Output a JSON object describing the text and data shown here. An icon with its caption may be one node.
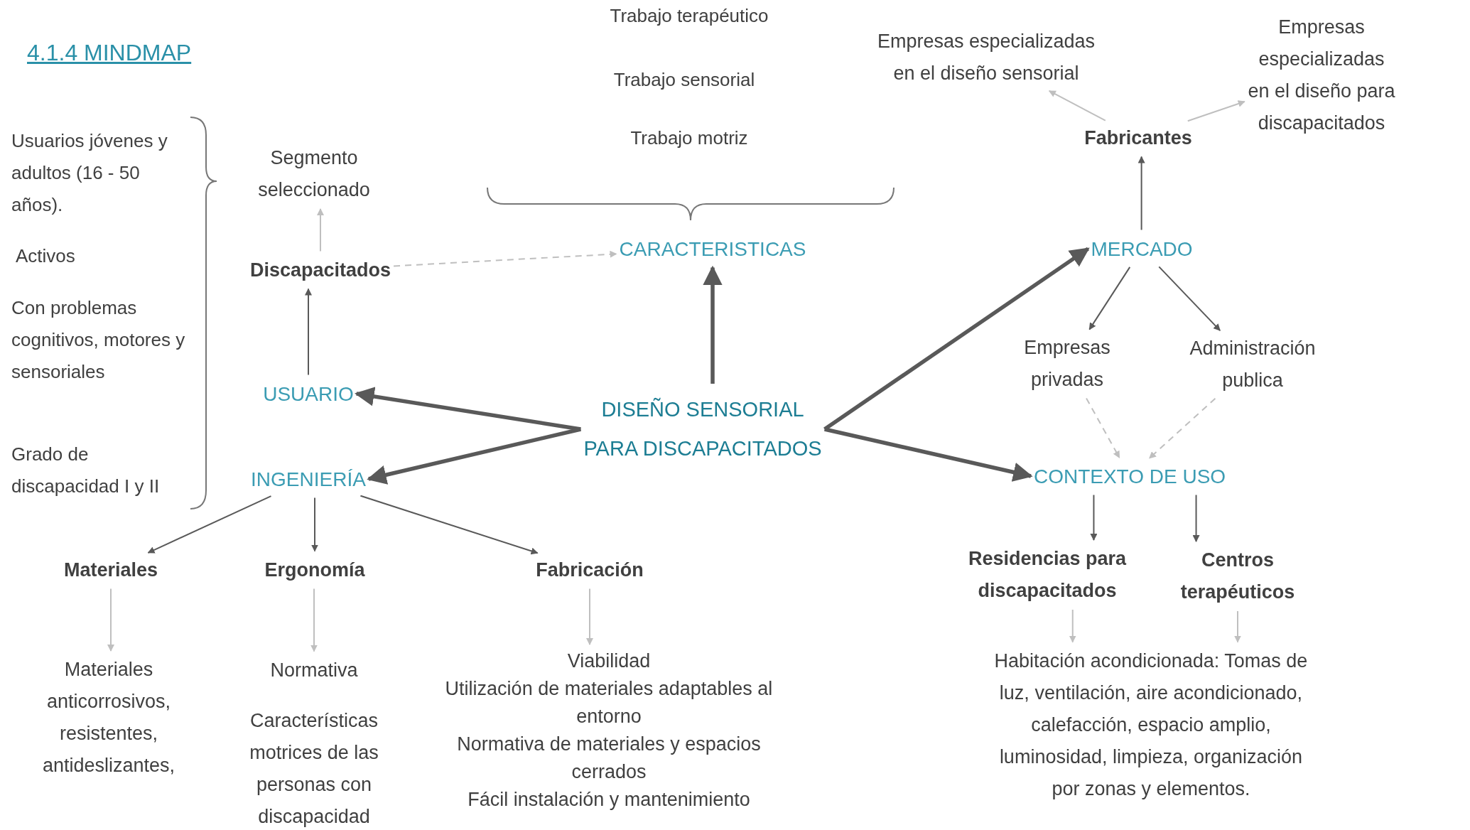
{
  "diagram": {
    "title": "4.1.4 MINDMAP",
    "nodes": [
      {
        "text": [
          "Empresas especializadas en el diseño sensorial"
        ]
      },
      {
        "text": [
          "Empresas especializadas en el diseño para discapacitados"
        ]
      },
      {
        "text": [
          "Segmento seleccionado"
        ]
      },
      {
        "text": [
          "Fabricantes"
        ]
      },
      {
        "text": [
          "CARACTERISTICAS"
        ]
      },
      {
        "text": [
          "MERCADO"
        ]
      },
      {
        "text": [
          "Discapacitados"
        ]
      },
      {
        "text": [
          "Empresas privadas"
        ]
      },
      {
        "text": [
          "Administración publica"
        ]
      },
      {
        "text": [
          "USUARIO"
        ]
      },
      {
        "text": [
          "DISEÑO SENSORIAL",
          "PARA DISCAPACITADOS"
        ]
      },
      {
        "text": [
          "INGENIERÍA"
        ]
      },
      {
        "text": [
          "CONTEXTO DE USO"
        ]
      },
      {
        "text": [
          "Materiales"
        ]
      },
      {
        "text": [
          "Ergonomía"
        ]
      },
      {
        "text": [
          "Fabricación"
        ]
      },
      {
        "text": [
          "Residencias para discapacitados"
        ]
      },
      {
        "text": [
          "Centros terapéuticos"
        ]
      },
      {
        "text": [
          "Materiales anticorrosivos, resistentes, antideslizantes,"
        ]
      },
      {
        "text": [
          "Normativa"
        ]
      },
      {
        "text": [
          "Características motrices de las personas con discapacidad"
        ]
      },
      {
        "text": [
          "Viabilidad",
          "Utilización de materiales adaptables al entorno",
          "Normativa de materiales y espacios cerrados",
          "Fácil instalación y mantenimiento"
        ]
      },
      {
        "text": [
          "Habitación acondicionada: Tomas de luz, ventilación, aire acondicionado, calefacción, espacio amplio, luminosidad, limpieza, organización por zonas y elementos."
        ]
      }
    ],
    "edges": [
      {
        "from": 6,
        "to": 2,
        "arrow": "to",
        "color": "#bfbfbf"
      },
      {
        "from": 9,
        "to": 6,
        "arrow": "to"
      },
      {
        "from": 6,
        "to": 4,
        "arrow": "to",
        "style": "dashed",
        "color": "#bfbfbf"
      },
      {
        "from": 10,
        "to": 4,
        "arrow": "to",
        "style": "thick"
      },
      {
        "from": 10,
        "to": 9,
        "arrow": "to",
        "style": "thick"
      },
      {
        "from": 10,
        "to": 11,
        "arrow": "to",
        "style": "thick"
      },
      {
        "from": 10,
        "to": 5,
        "arrow": "to",
        "style": "thick"
      },
      {
        "from": 10,
        "to": 12,
        "arrow": "to",
        "style": "thick"
      },
      {
        "from": 5,
        "to": 3,
        "arrow": "to"
      },
      {
        "from": 3,
        "to": 0,
        "arrow": "to",
        "color": "#bfbfbf"
      },
      {
        "from": 3,
        "to": 1,
        "arrow": "to",
        "color": "#bfbfbf"
      },
      {
        "from": 5,
        "to": 7,
        "arrow": "to"
      },
      {
        "from": 5,
        "to": 8,
        "arrow": "to"
      },
      {
        "from": 7,
        "to": 12,
        "arrow": "to",
        "style": "dashed",
        "color": "#bfbfbf"
      },
      {
        "from": 8,
        "to": 12,
        "arrow": "to",
        "style": "dashed",
        "color": "#bfbfbf"
      },
      {
        "from": 12,
        "to": 16,
        "arrow": "to"
      },
      {
        "from": 12,
        "to": 17,
        "arrow": "to"
      },
      {
        "from": 11,
        "to": 13,
        "arrow": "to"
      },
      {
        "from": 11,
        "to": 14,
        "arrow": "to"
      },
      {
        "from": 11,
        "to": 15,
        "arrow": "to"
      },
      {
        "from": 13,
        "to": 18,
        "arrow": "to",
        "color": "#bfbfbf"
      },
      {
        "from": 14,
        "to": 19,
        "arrow": "to",
        "color": "#bfbfbf"
      },
      {
        "from": 15,
        "to": 21,
        "arrow": "to",
        "color": "#bfbfbf"
      },
      {
        "from": 16,
        "to": 22,
        "arrow": "to",
        "color": "#bfbfbf"
      },
      {
        "from": 17,
        "to": 22,
        "arrow": "to",
        "color": "#bfbfbf"
      }
    ],
    "labels": [
      "Trabajo terapéutico",
      "Trabajo sensorial",
      "Trabajo motriz",
      "Usuarios jóvenes y adultos (16 - 50 años).",
      "Activos",
      "Con problemas cognitivos, motores y sensoriales",
      "Grado de discapacidad I y II"
    ]
  }
}
